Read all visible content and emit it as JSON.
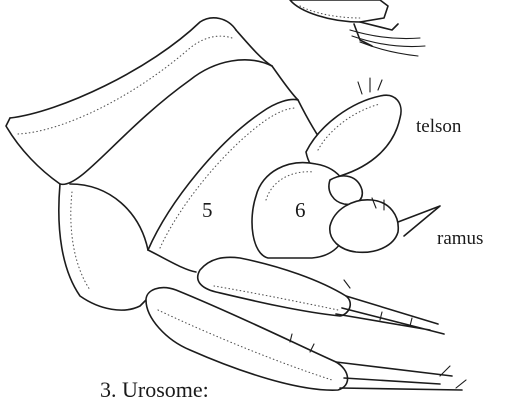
{
  "labels": {
    "telson": "telson",
    "ramus": "ramus",
    "segment_5": "5",
    "segment_6": "6",
    "caption": "3. Urosome:"
  },
  "colors": {
    "ink": "#1c1c1c",
    "background": "#ffffff"
  }
}
